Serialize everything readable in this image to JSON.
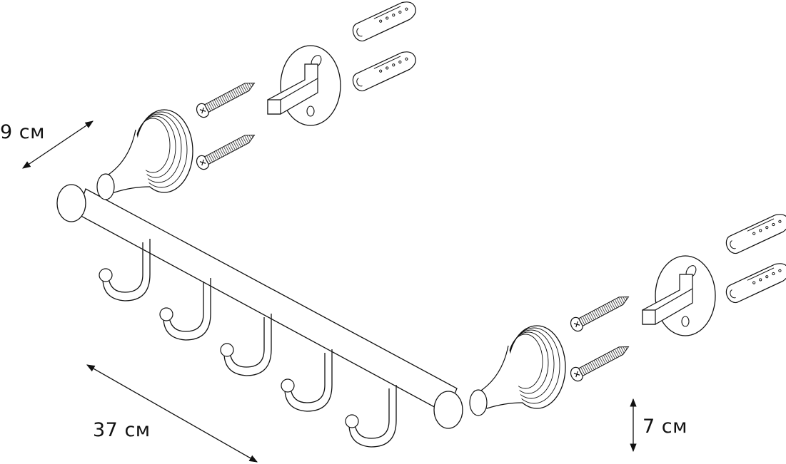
{
  "figure": {
    "type": "exploded assembly drawing",
    "subject": "wall-mounted hook rail with five double hooks",
    "line_color": "#111111",
    "background": "#ffffff"
  },
  "dimensions": {
    "depth": "9 см",
    "length": "37 см",
    "height": "7 см"
  },
  "parts": {
    "rail_count": 1,
    "hook_count": 5,
    "wall_mount_count": 2,
    "mounting_plate_count": 2,
    "screw_count": 4,
    "wall_plug_count": 4
  }
}
